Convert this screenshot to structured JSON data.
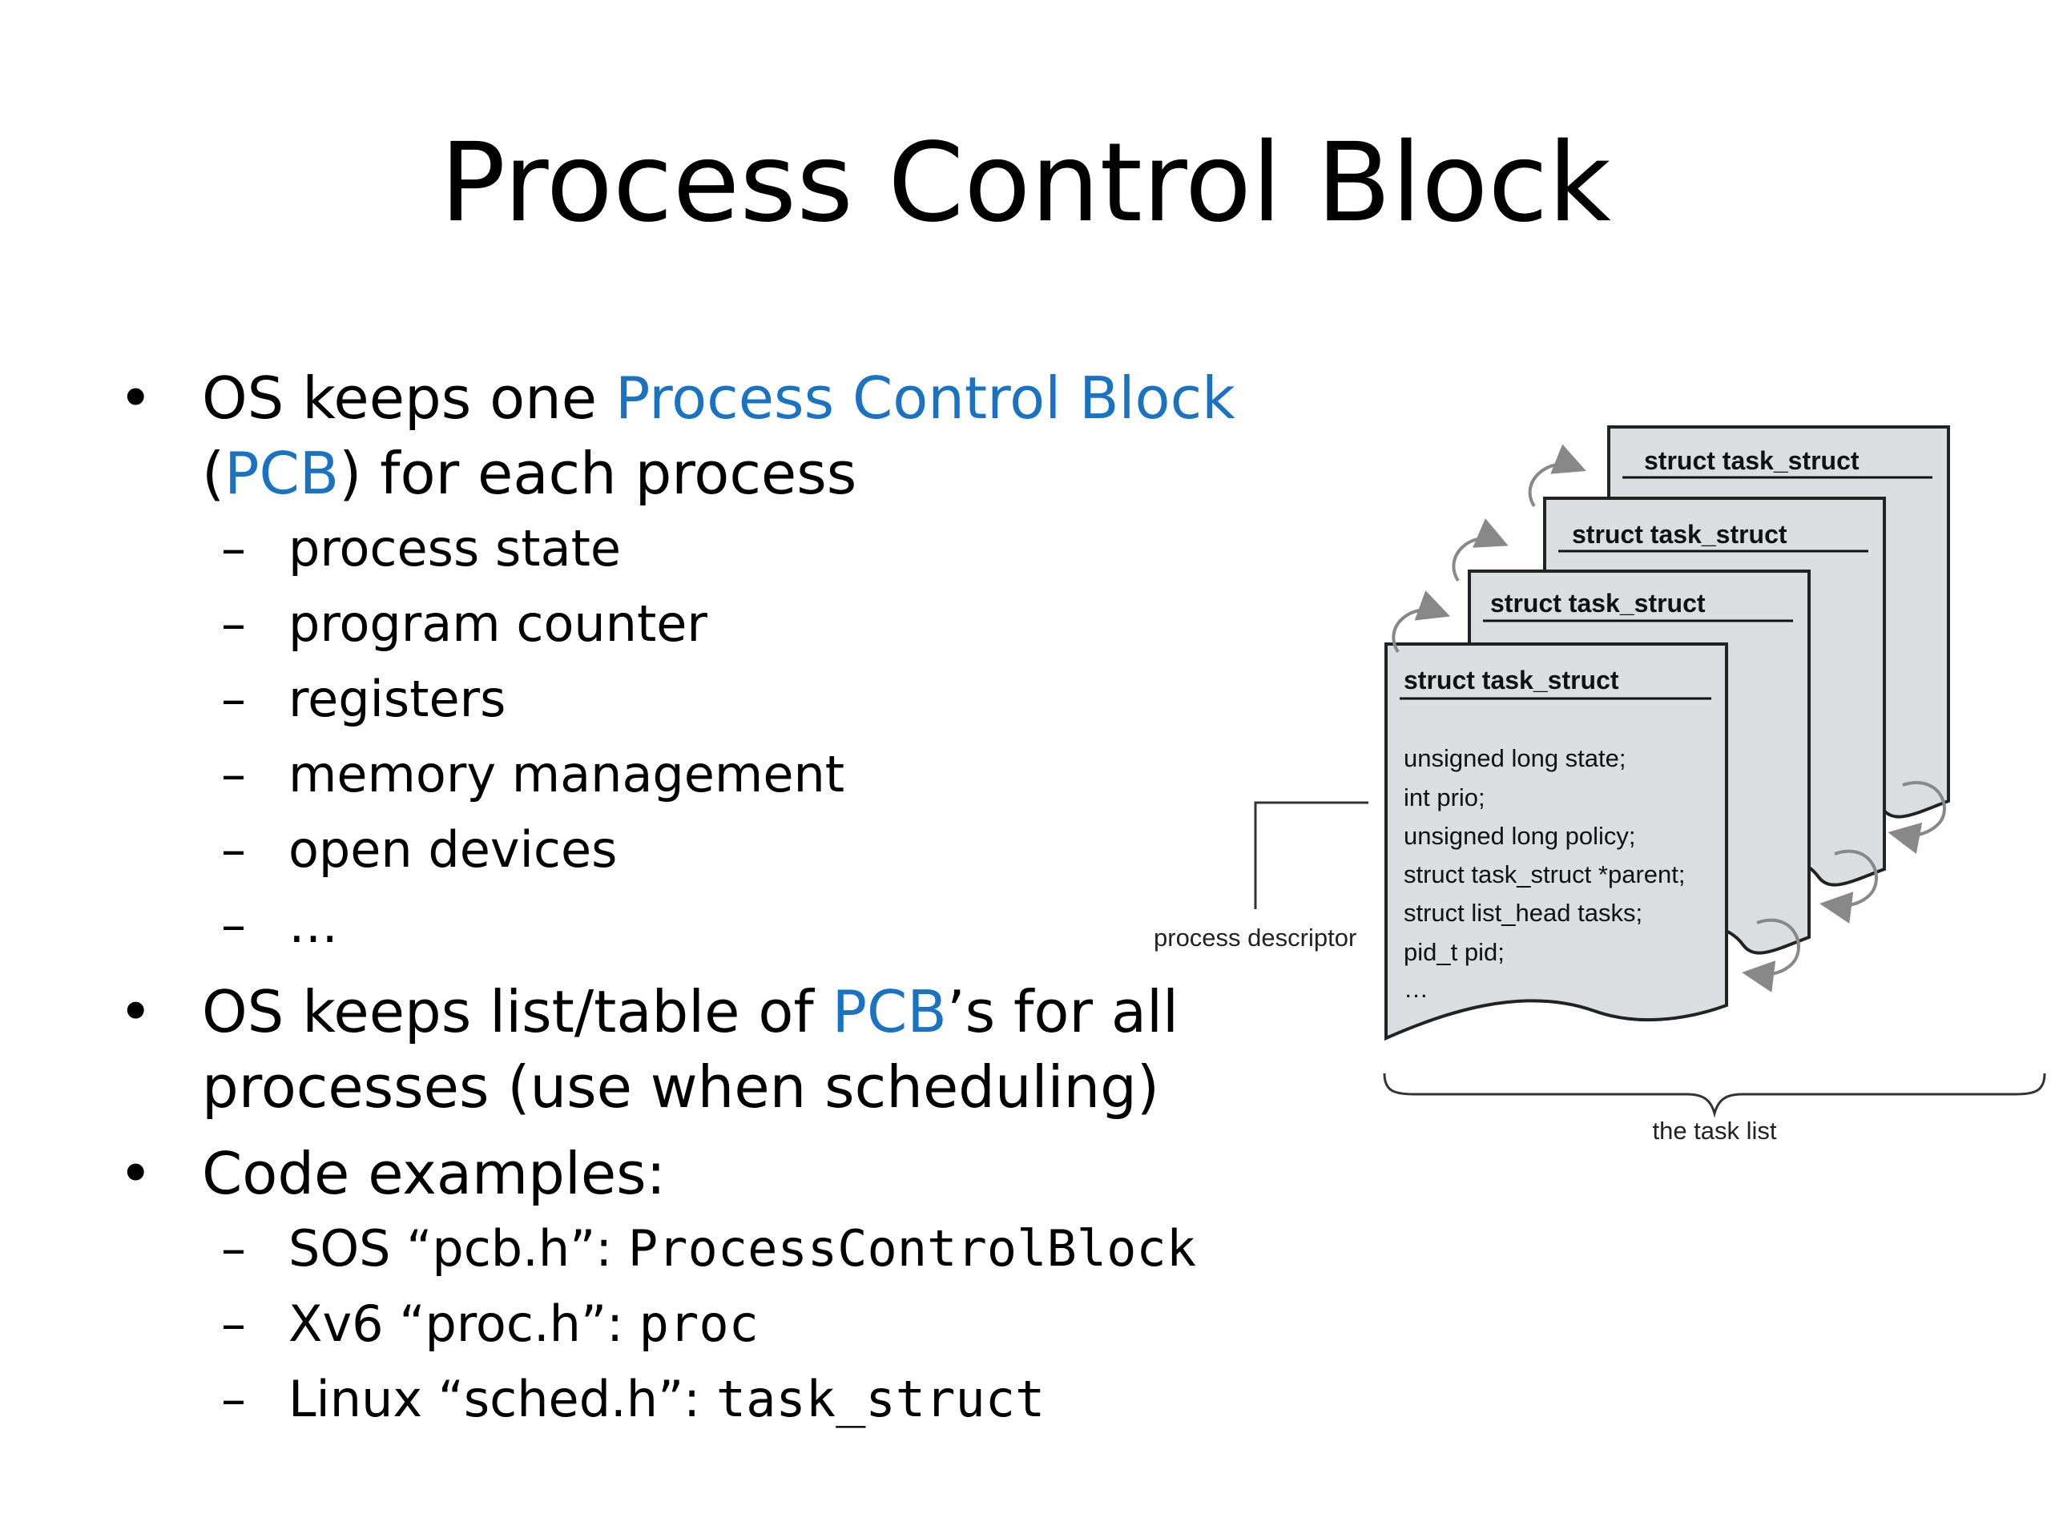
{
  "title": "Process Control Block",
  "colors": {
    "accent": "#1a73c2",
    "page_fill": "#dcdde1",
    "text": "#000000"
  },
  "bullets": {
    "b1": {
      "prefix": "OS keeps one ",
      "term": "Process Control Block",
      "open_paren": "(",
      "abbr": "PCB",
      "rest": ") for each process",
      "items": [
        "process state",
        "program counter",
        "registers",
        "memory management",
        "open devices",
        "…"
      ]
    },
    "b2": {
      "prefix": "OS keeps list/table of ",
      "abbr": "PCB",
      "rest": "’s for all processes (use when scheduling)"
    },
    "b3": {
      "label": "Code examples:",
      "items": [
        {
          "label": "SOS “pcb.h”: ",
          "code": "ProcessControlBlock"
        },
        {
          "label": "Xv6 “proc.h”: ",
          "code": "proc"
        },
        {
          "label": "Linux “sched.h”: ",
          "code": "task_struct"
        }
      ]
    }
  },
  "diagram": {
    "page_header": "struct task_struct",
    "fields": [
      "unsigned long state;",
      "int prio;",
      "unsigned long policy;",
      "struct task_struct *parent;",
      "struct list_head tasks;",
      "pid_t pid;",
      "…"
    ],
    "descriptor_label": "process descriptor",
    "list_label": "the task list"
  }
}
